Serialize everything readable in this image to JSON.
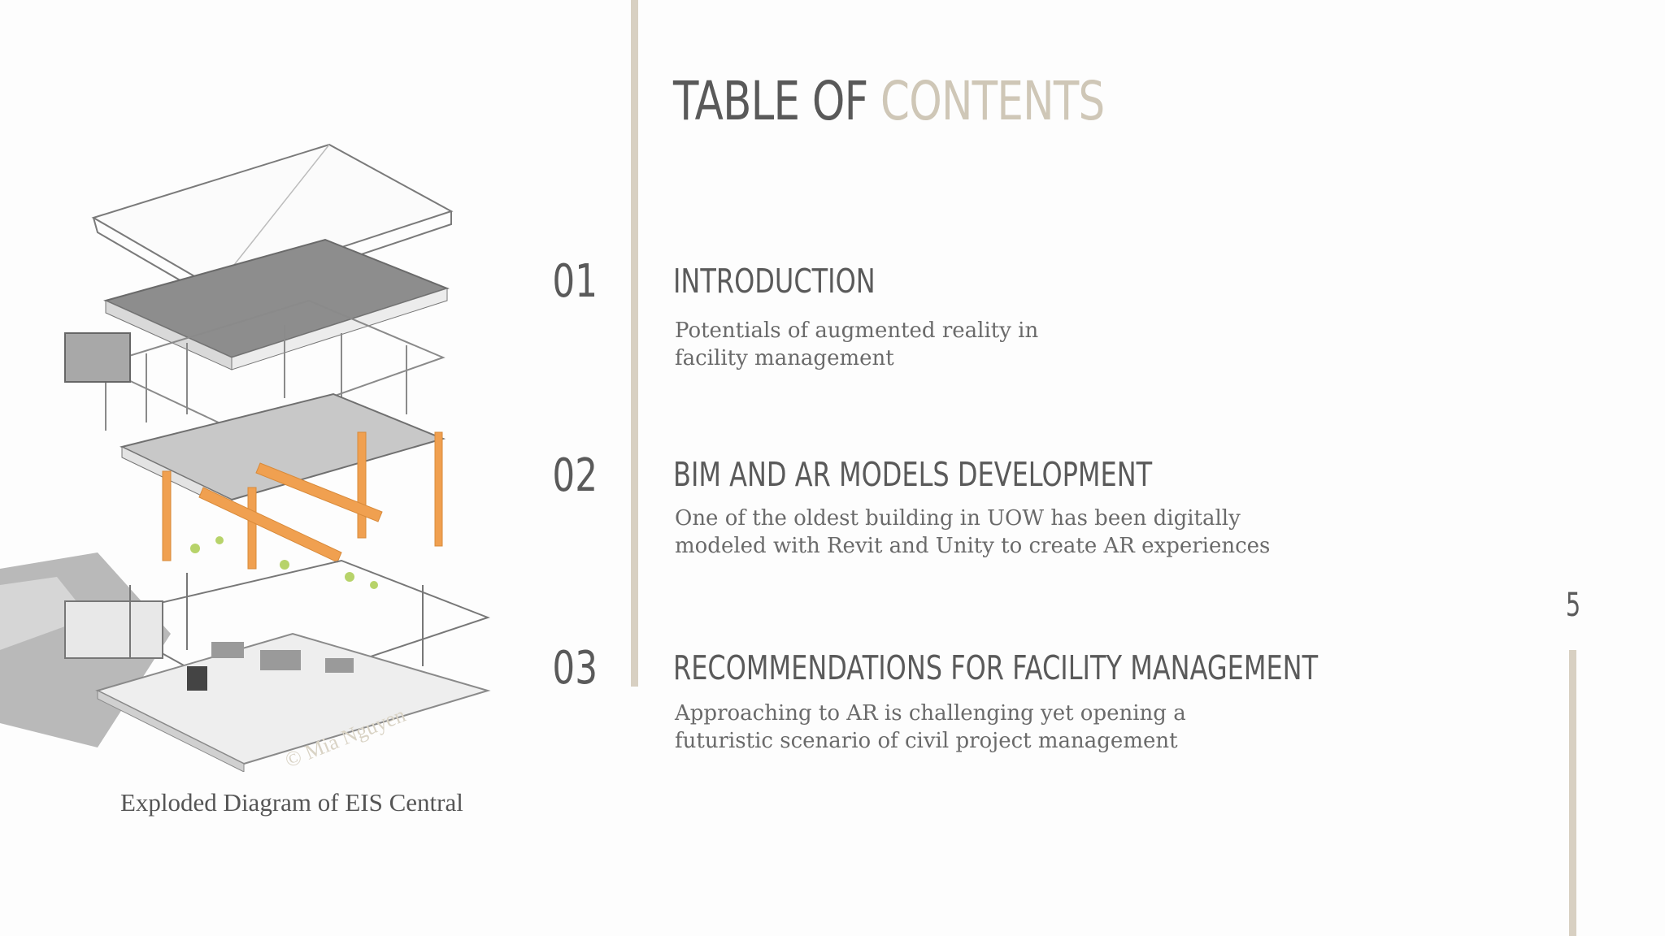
{
  "title": {
    "part1": "TABLE OF",
    "part2": "CONTENTS"
  },
  "items": [
    {
      "number": "01",
      "heading": "INTRODUCTION",
      "line1": "Potentials of augmented reality in",
      "line2": "facility management"
    },
    {
      "number": "02",
      "heading": "BIM AND AR MODELS DEVELOPMENT",
      "line1": "One of the oldest building in UOW has been digitally",
      "line2": "modeled with Revit and Unity to create AR experiences"
    },
    {
      "number": "03",
      "heading": "RECOMMENDATIONS FOR FACILITY MANAGEMENT",
      "line1": "Approaching to AR is challenging yet opening a",
      "line2": "futuristic scenario of civil project management"
    }
  ],
  "diagram": {
    "caption": "Exploded Diagram of EIS Central",
    "watermark": "© Mia Nguyen"
  },
  "page_number": "5",
  "colors": {
    "accent": "#d8d0c2",
    "text": "#5a5a5a",
    "orange": "#f0a050"
  }
}
